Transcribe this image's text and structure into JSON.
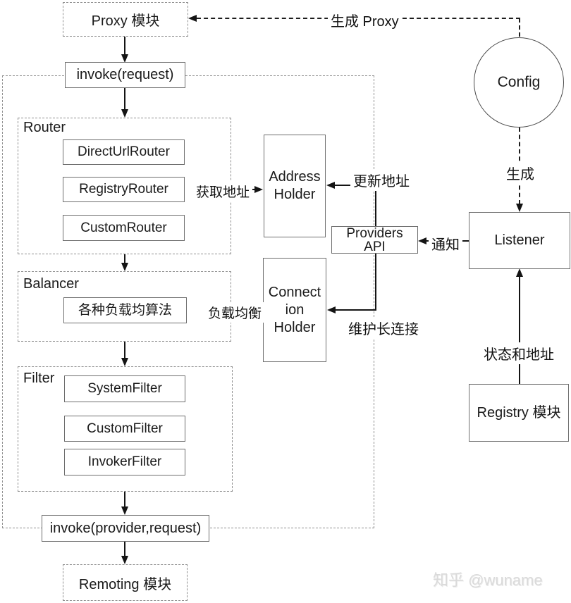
{
  "colors": {
    "background": "#ffffff",
    "line": "#141414",
    "solid_box_border": "#6e6e6e",
    "dashed_border": "#8f8f8f",
    "watermark_gray": "#dadada"
  },
  "nodes": {
    "proxy_module": "Proxy 模块",
    "invoke_request": "invoke(request)",
    "router_group": "Router",
    "router_items": [
      "DirectUrlRouter",
      "RegistryRouter",
      "CustomRouter"
    ],
    "balancer_group": "Balancer",
    "balancer_items": [
      "各种负载均算法"
    ],
    "filter_group": "Filter",
    "filter_items": [
      "SystemFilter",
      "CustomFilter",
      "InvokerFilter"
    ],
    "invoke_provider": "invoke(provider,request)",
    "remoting_module": "Remoting 模块",
    "address_holder_lines": [
      "Address",
      "Holder"
    ],
    "providers_api_lines": [
      "Providers",
      "API"
    ],
    "connection_holder_lines": [
      "Connect",
      "ion",
      "Holder"
    ],
    "config": "Config",
    "listener": "Listener",
    "registry_module": "Registry 模块"
  },
  "edges": {
    "generate_proxy": "生成 Proxy",
    "generate": "生成",
    "get_address": "获取地址",
    "update_address": "更新地址",
    "notify": "通知",
    "load_balance": "负载均衡",
    "keep_connection": "维护长连接",
    "status_and_address": "状态和地址"
  },
  "watermark": "知乎 @wuname"
}
